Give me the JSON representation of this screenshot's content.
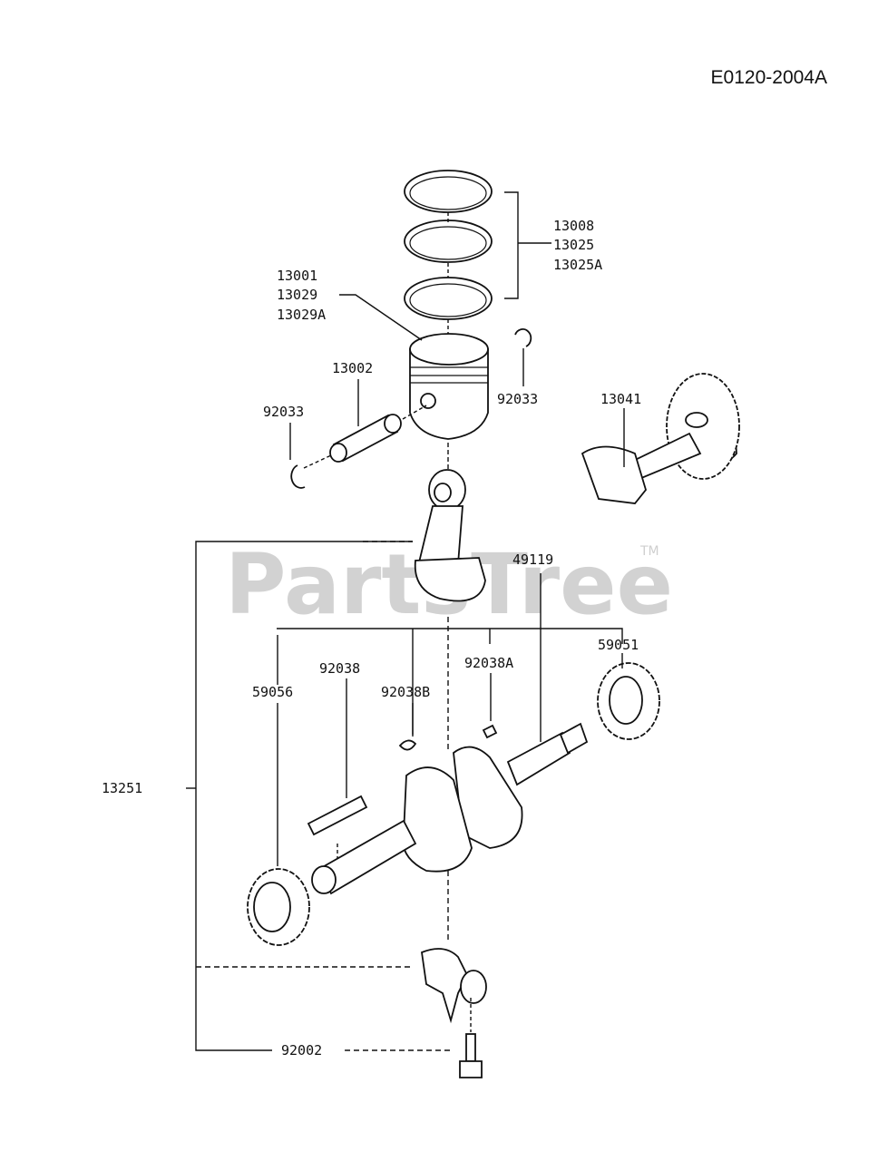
{
  "diagram_code": "E0120-2004A",
  "watermark": "PartsTree",
  "trademark": "TM",
  "labels": {
    "rings_a": "13008",
    "rings_b": "13025",
    "rings_c": "13025A",
    "piston_a": "13001",
    "piston_b": "13029",
    "piston_c": "13029A",
    "piston_pin": "13002",
    "circlip_left": "92033",
    "circlip_right": "92033",
    "balancer": "13041",
    "conrod": "49119",
    "gear_right": "59051",
    "key_right": "92038A",
    "key_mid": "92038B",
    "key_left": "92038",
    "gear_left": "59056",
    "assembly": "13251",
    "bolt": "92002"
  }
}
